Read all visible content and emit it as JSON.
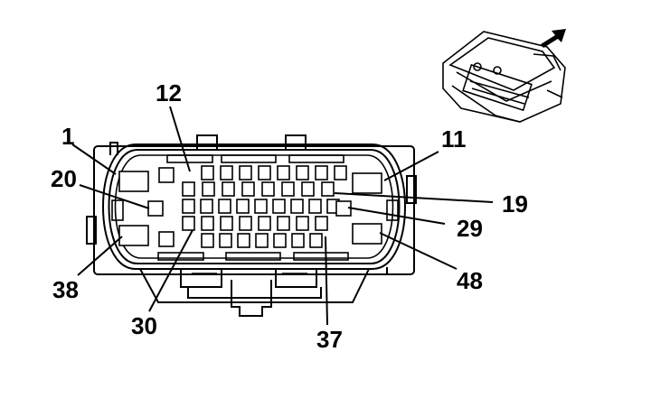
{
  "diagram": {
    "pin_labels": [
      "1",
      "12",
      "11",
      "20",
      "19",
      "29",
      "38",
      "48",
      "30",
      "37"
    ]
  },
  "icons": {
    "arrow": "direction-arrow-icon",
    "connector": "connector-3d-icon"
  }
}
